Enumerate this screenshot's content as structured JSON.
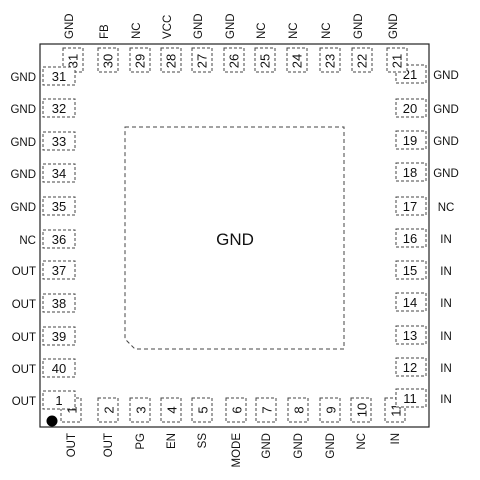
{
  "center_label": "GND",
  "pins": [
    {
      "n": "1",
      "name": "OUT"
    },
    {
      "n": "2",
      "name": "OUT"
    },
    {
      "n": "3",
      "name": "PG"
    },
    {
      "n": "4",
      "name": "EN"
    },
    {
      "n": "5",
      "name": "SS"
    },
    {
      "n": "6",
      "name": "MODE"
    },
    {
      "n": "7",
      "name": "GND"
    },
    {
      "n": "8",
      "name": "GND"
    },
    {
      "n": "9",
      "name": "GND"
    },
    {
      "n": "10",
      "name": "NC"
    },
    {
      "n": "11",
      "name": "IN"
    },
    {
      "n": "11",
      "name": "IN"
    },
    {
      "n": "12",
      "name": "IN"
    },
    {
      "n": "13",
      "name": "IN"
    },
    {
      "n": "14",
      "name": "IN"
    },
    {
      "n": "15",
      "name": "IN"
    },
    {
      "n": "16",
      "name": "IN"
    },
    {
      "n": "17",
      "name": "NC"
    },
    {
      "n": "18",
      "name": "GND"
    },
    {
      "n": "19",
      "name": "GND"
    },
    {
      "n": "20",
      "name": "GND"
    },
    {
      "n": "21",
      "name": "GND"
    },
    {
      "n": "21",
      "name": "GND"
    },
    {
      "n": "22",
      "name": "GND"
    },
    {
      "n": "23",
      "name": "NC"
    },
    {
      "n": "24",
      "name": "NC"
    },
    {
      "n": "25",
      "name": "NC"
    },
    {
      "n": "26",
      "name": "GND"
    },
    {
      "n": "27",
      "name": "GND"
    },
    {
      "n": "28",
      "name": "VCC"
    },
    {
      "n": "29",
      "name": "NC"
    },
    {
      "n": "30",
      "name": "FB"
    },
    {
      "n": "31",
      "name": "GND"
    },
    {
      "n": "31",
      "name": "GND"
    },
    {
      "n": "32",
      "name": "GND"
    },
    {
      "n": "33",
      "name": "GND"
    },
    {
      "n": "34",
      "name": "GND"
    },
    {
      "n": "35",
      "name": "GND"
    },
    {
      "n": "36",
      "name": "NC"
    },
    {
      "n": "37",
      "name": "OUT"
    },
    {
      "n": "38",
      "name": "OUT"
    },
    {
      "n": "39",
      "name": "OUT"
    },
    {
      "n": "40",
      "name": "OUT"
    },
    {
      "n": "1",
      "name": "OUT"
    }
  ]
}
